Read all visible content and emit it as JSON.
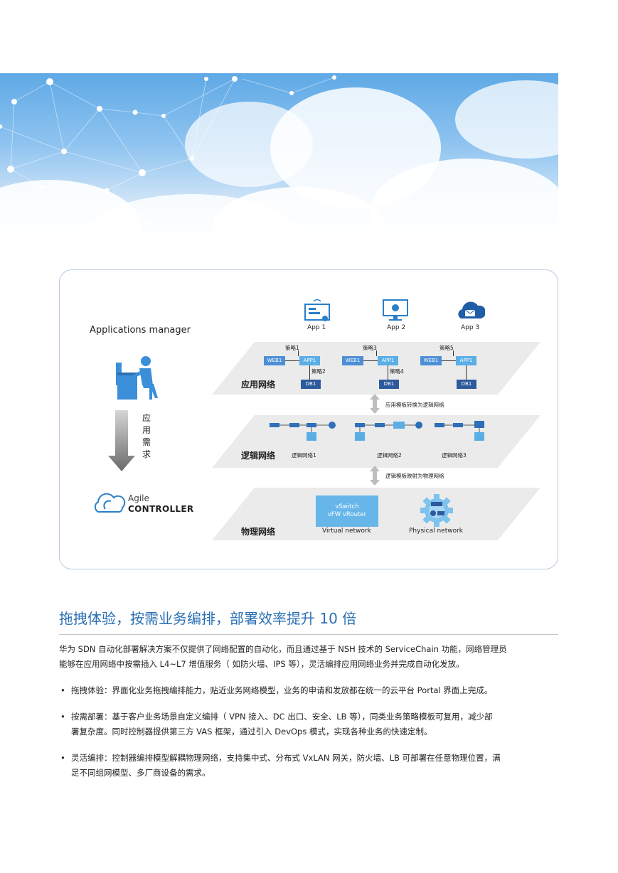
{
  "diagram": {
    "apps_manager": "Applications manager",
    "app_requirement": [
      "应",
      "用",
      "需",
      "求"
    ],
    "agile_label": "Agile",
    "controller_label": "CONTROLLER",
    "apps": [
      "App 1",
      "App 2",
      "App 3"
    ],
    "app_network": {
      "label": "应用网络",
      "groups": [
        {
          "policy_top": "策略1",
          "policy_bottom": "策略2",
          "web": "WEB1",
          "app": "APP1",
          "db": "DB1"
        },
        {
          "policy_top": "策略3",
          "policy_bottom": "策略4",
          "web": "WEB1",
          "app": "APP1",
          "db": "DB1"
        },
        {
          "policy_top": "策略5",
          "web": "WEB1",
          "app": "APP1",
          "db": "DB1"
        }
      ]
    },
    "transform_1": "应用模板转换为逻辑网络",
    "logical_network": {
      "label": "逻辑网络",
      "groups": [
        "逻辑网络1",
        "逻辑网络2",
        "逻辑网络3"
      ]
    },
    "transform_2": "逻辑模板映射为物理网络",
    "physical_network": {
      "label": "物理网络",
      "vswitch_line1": "vSwitch",
      "vswitch_line2": "vFW vRouter",
      "virtual_label": "Virtual network",
      "physical_label": "Physical network"
    },
    "colors": {
      "accent": "#2a6fb3",
      "box_dark": "#2d5a9c",
      "box_mid": "#4d8fd6",
      "box_light": "#5aaee6"
    }
  },
  "section": {
    "heading": "拖拽体验，按需业务编排，部署效率提升 10 倍",
    "intro_line1": "华为 SDN 自动化部署解决方案不仅提供了网络配置的自动化，而且通过基于 NSH 技术的 ServiceChain 功能，网络管理员",
    "intro_line2": "能够在应用网络中按需插入 L4~L7 增值服务（ 如防火墙、IPS 等），灵活编排应用网络业务并完成自动化发放。",
    "bullets": [
      {
        "line1": "拖拽体验：界面化业务拖拽编排能力，贴近业务网络模型，业务的申请和发放都在统一的云平台 Portal 界面上完成。"
      },
      {
        "line1": "按需部署：基于客户业务场景自定义编排（ VPN 接入、DC 出口、安全、LB 等），同类业务策略模板可复用，减少部",
        "line2": "署复杂度。同时控制器提供第三方 VAS 框架，通过引入 DevOps 模式，实现各种业务的快速定制。"
      },
      {
        "line1": "灵活编排：控制器编排模型解耦物理网络，支持集中式、分布式 VxLAN 网关，防火墙、LB 可部署在任意物理位置，满",
        "line2": "足不同组网模型、多厂商设备的需求。"
      }
    ],
    "bullet_symbol": "•"
  }
}
